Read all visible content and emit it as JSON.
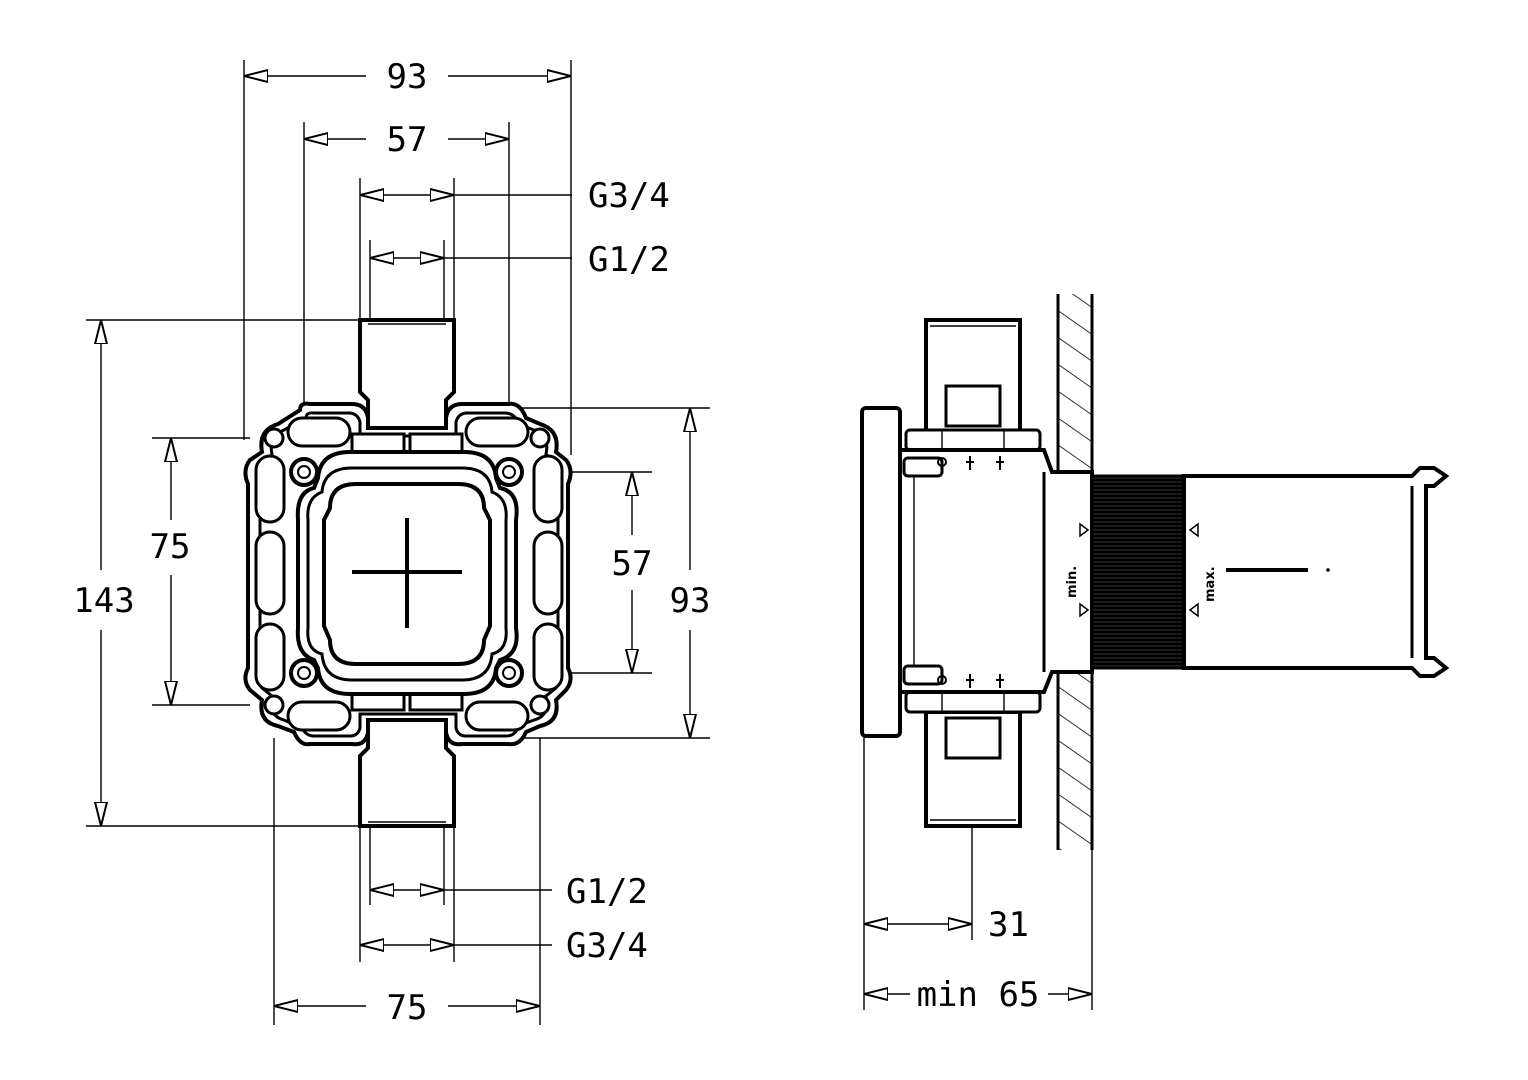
{
  "front_view": {
    "dim_width_total": "93",
    "dim_width_inner": "57",
    "dim_thread_top_large": "G3/4",
    "dim_thread_top_small": "G1/2",
    "dim_height_total": "143",
    "dim_height_left": "75",
    "dim_height_inner": "57",
    "dim_height_right": "93",
    "dim_thread_bottom_small": "G1/2",
    "dim_thread_bottom_large": "G3/4",
    "dim_width_bottom": "75"
  },
  "side_view": {
    "dim_depth_inner": "31",
    "dim_depth_min": "min 65",
    "label_min": "min.",
    "label_max": "max."
  }
}
